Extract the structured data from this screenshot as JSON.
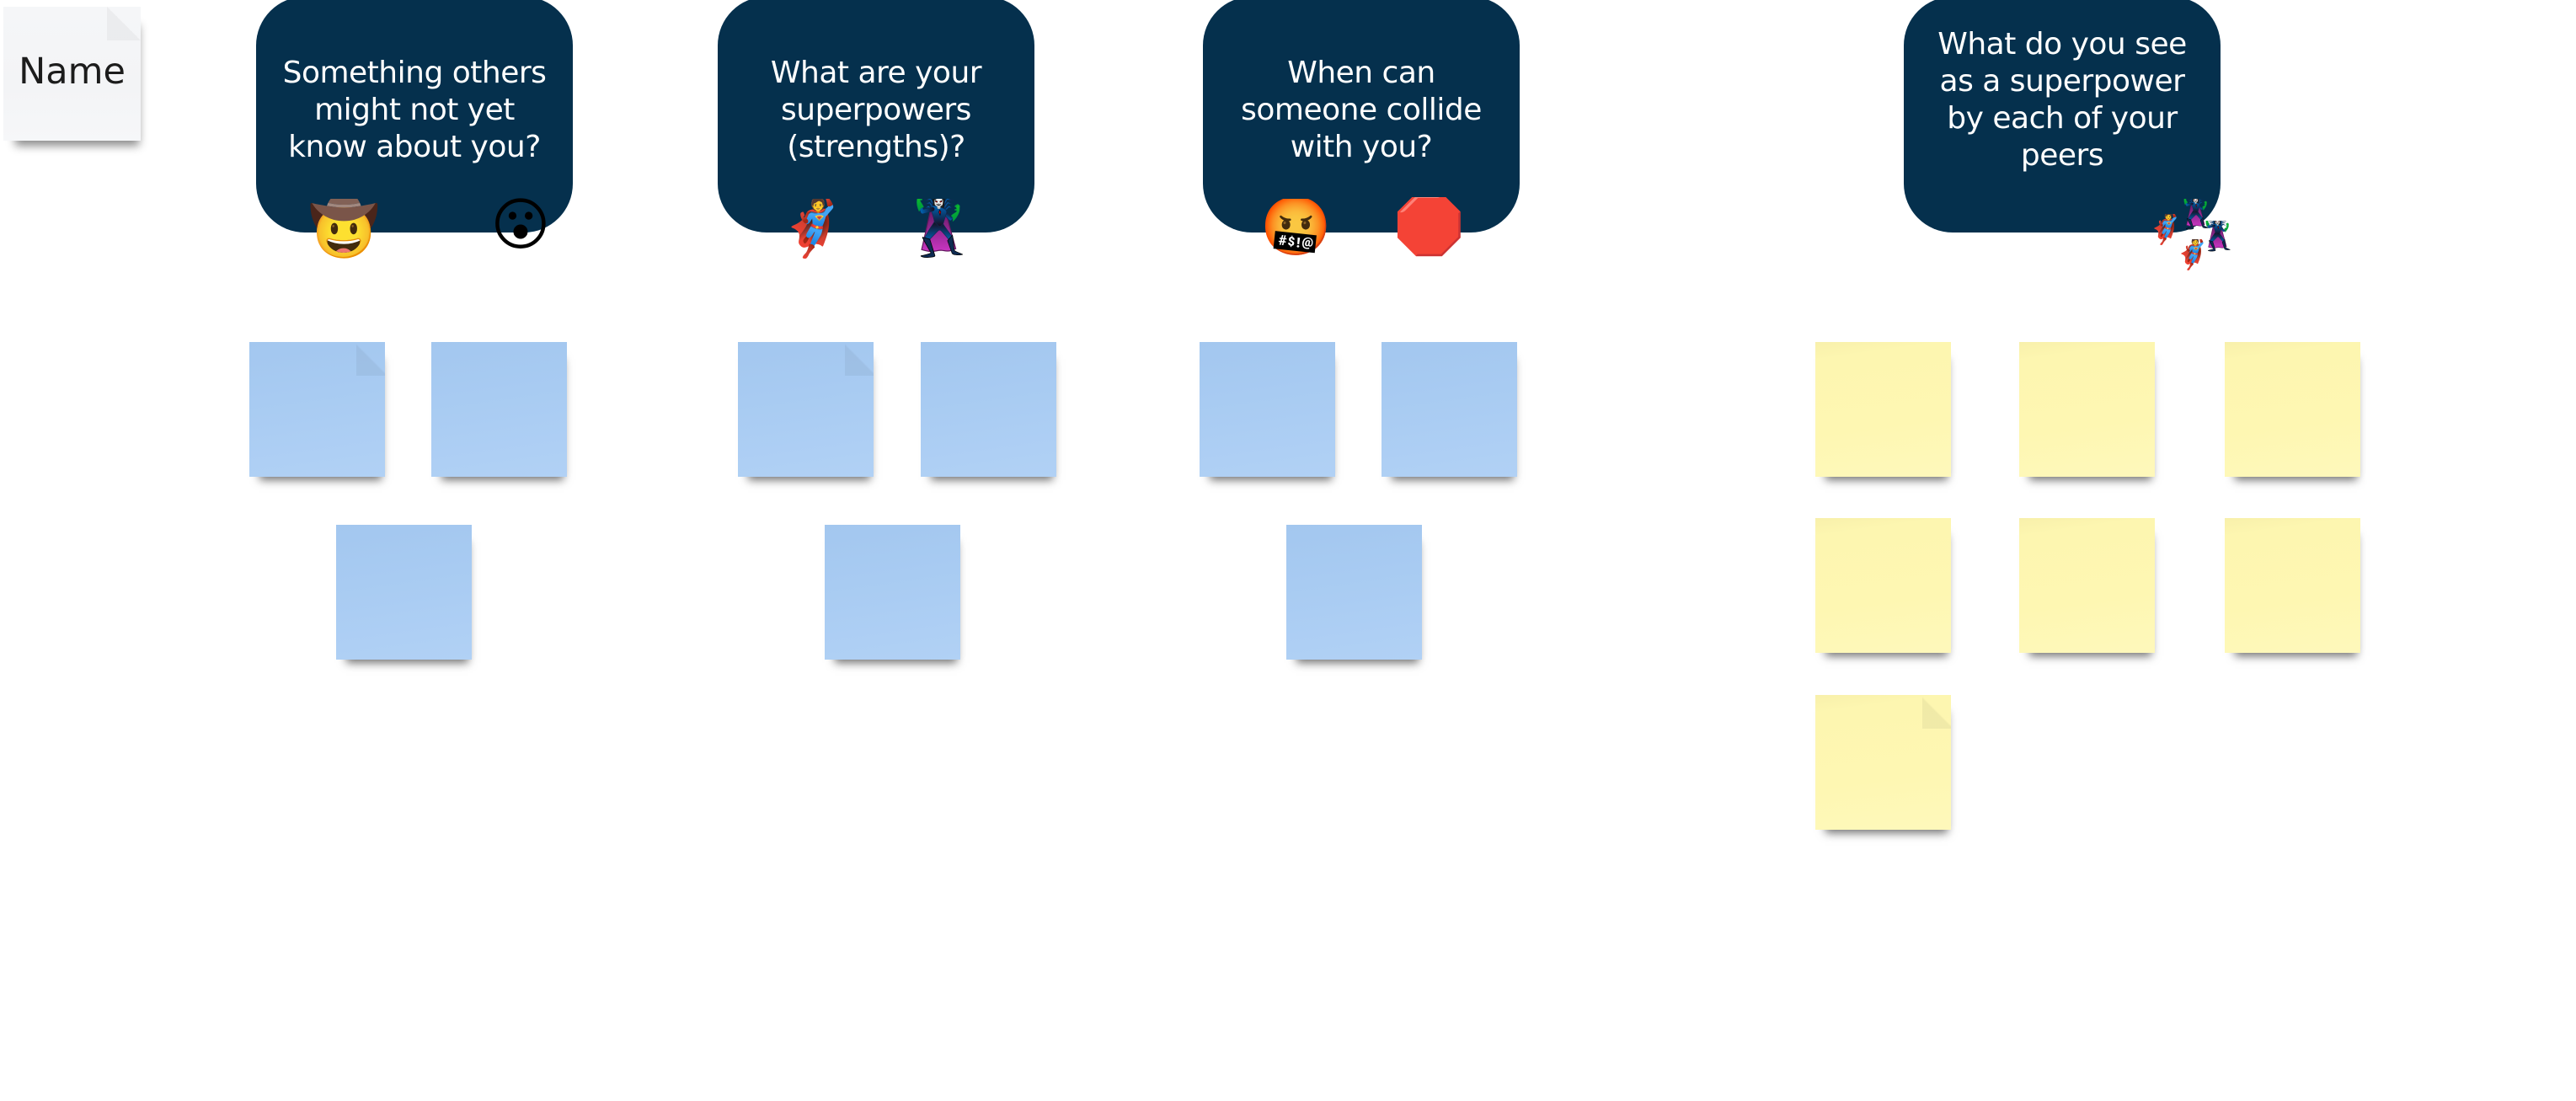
{
  "board": {
    "name_note": {
      "label": "Name",
      "color": "#f4f5f7"
    },
    "questions": [
      {
        "id": "q1",
        "text": "Something others\nmight not yet\nknow about you?",
        "stickers": [
          {
            "icon": "cowboy-hat-face-icon",
            "glyph": "🤠"
          },
          {
            "icon": "hushed-face-icon",
            "glyph": "😮"
          }
        ]
      },
      {
        "id": "q2",
        "text": "What are your\nsuperpowers\n(strengths)?",
        "stickers": [
          {
            "icon": "superhero-icon",
            "glyph": "🦸"
          },
          {
            "icon": "supervillain-icon",
            "glyph": "🦹‍♀️"
          }
        ]
      },
      {
        "id": "q3",
        "text": "When can\nsomeone collide\nwith you?",
        "stickers": [
          {
            "icon": "face-with-symbols-on-mouth-icon",
            "glyph": "🤬"
          },
          {
            "icon": "stop-sign-icon",
            "glyph": "🛑"
          }
        ]
      },
      {
        "id": "q4",
        "text": "What do you see\nas a superpower\nby each of your\npeers",
        "stickers": [
          {
            "icon": "superhero-icon",
            "glyph": "🦸"
          },
          {
            "icon": "supervillain-icon",
            "glyph": "🦹‍♀️"
          },
          {
            "icon": "supervillain-icon",
            "glyph": "🦹‍♀️"
          },
          {
            "icon": "superhero-icon",
            "glyph": "🦸"
          }
        ]
      }
    ],
    "sticky_groups": [
      {
        "question": "q1",
        "color": "#a8cbf2",
        "count": 3,
        "notes": [
          "",
          "",
          ""
        ]
      },
      {
        "question": "q2",
        "color": "#a8cbf2",
        "count": 3,
        "notes": [
          "",
          "",
          ""
        ]
      },
      {
        "question": "q3",
        "color": "#a8cbf2",
        "count": 3,
        "notes": [
          "",
          "",
          ""
        ]
      },
      {
        "question": "q4",
        "color": "#fef7b2",
        "count": 7,
        "notes": [
          "",
          "",
          "",
          "",
          "",
          "",
          ""
        ]
      }
    ],
    "colors": {
      "card_background": "#05304d",
      "card_text": "#ffffff",
      "sticky_blue": "#a8cbf2",
      "sticky_yellow": "#fef7b2",
      "canvas": "#ffffff"
    }
  }
}
